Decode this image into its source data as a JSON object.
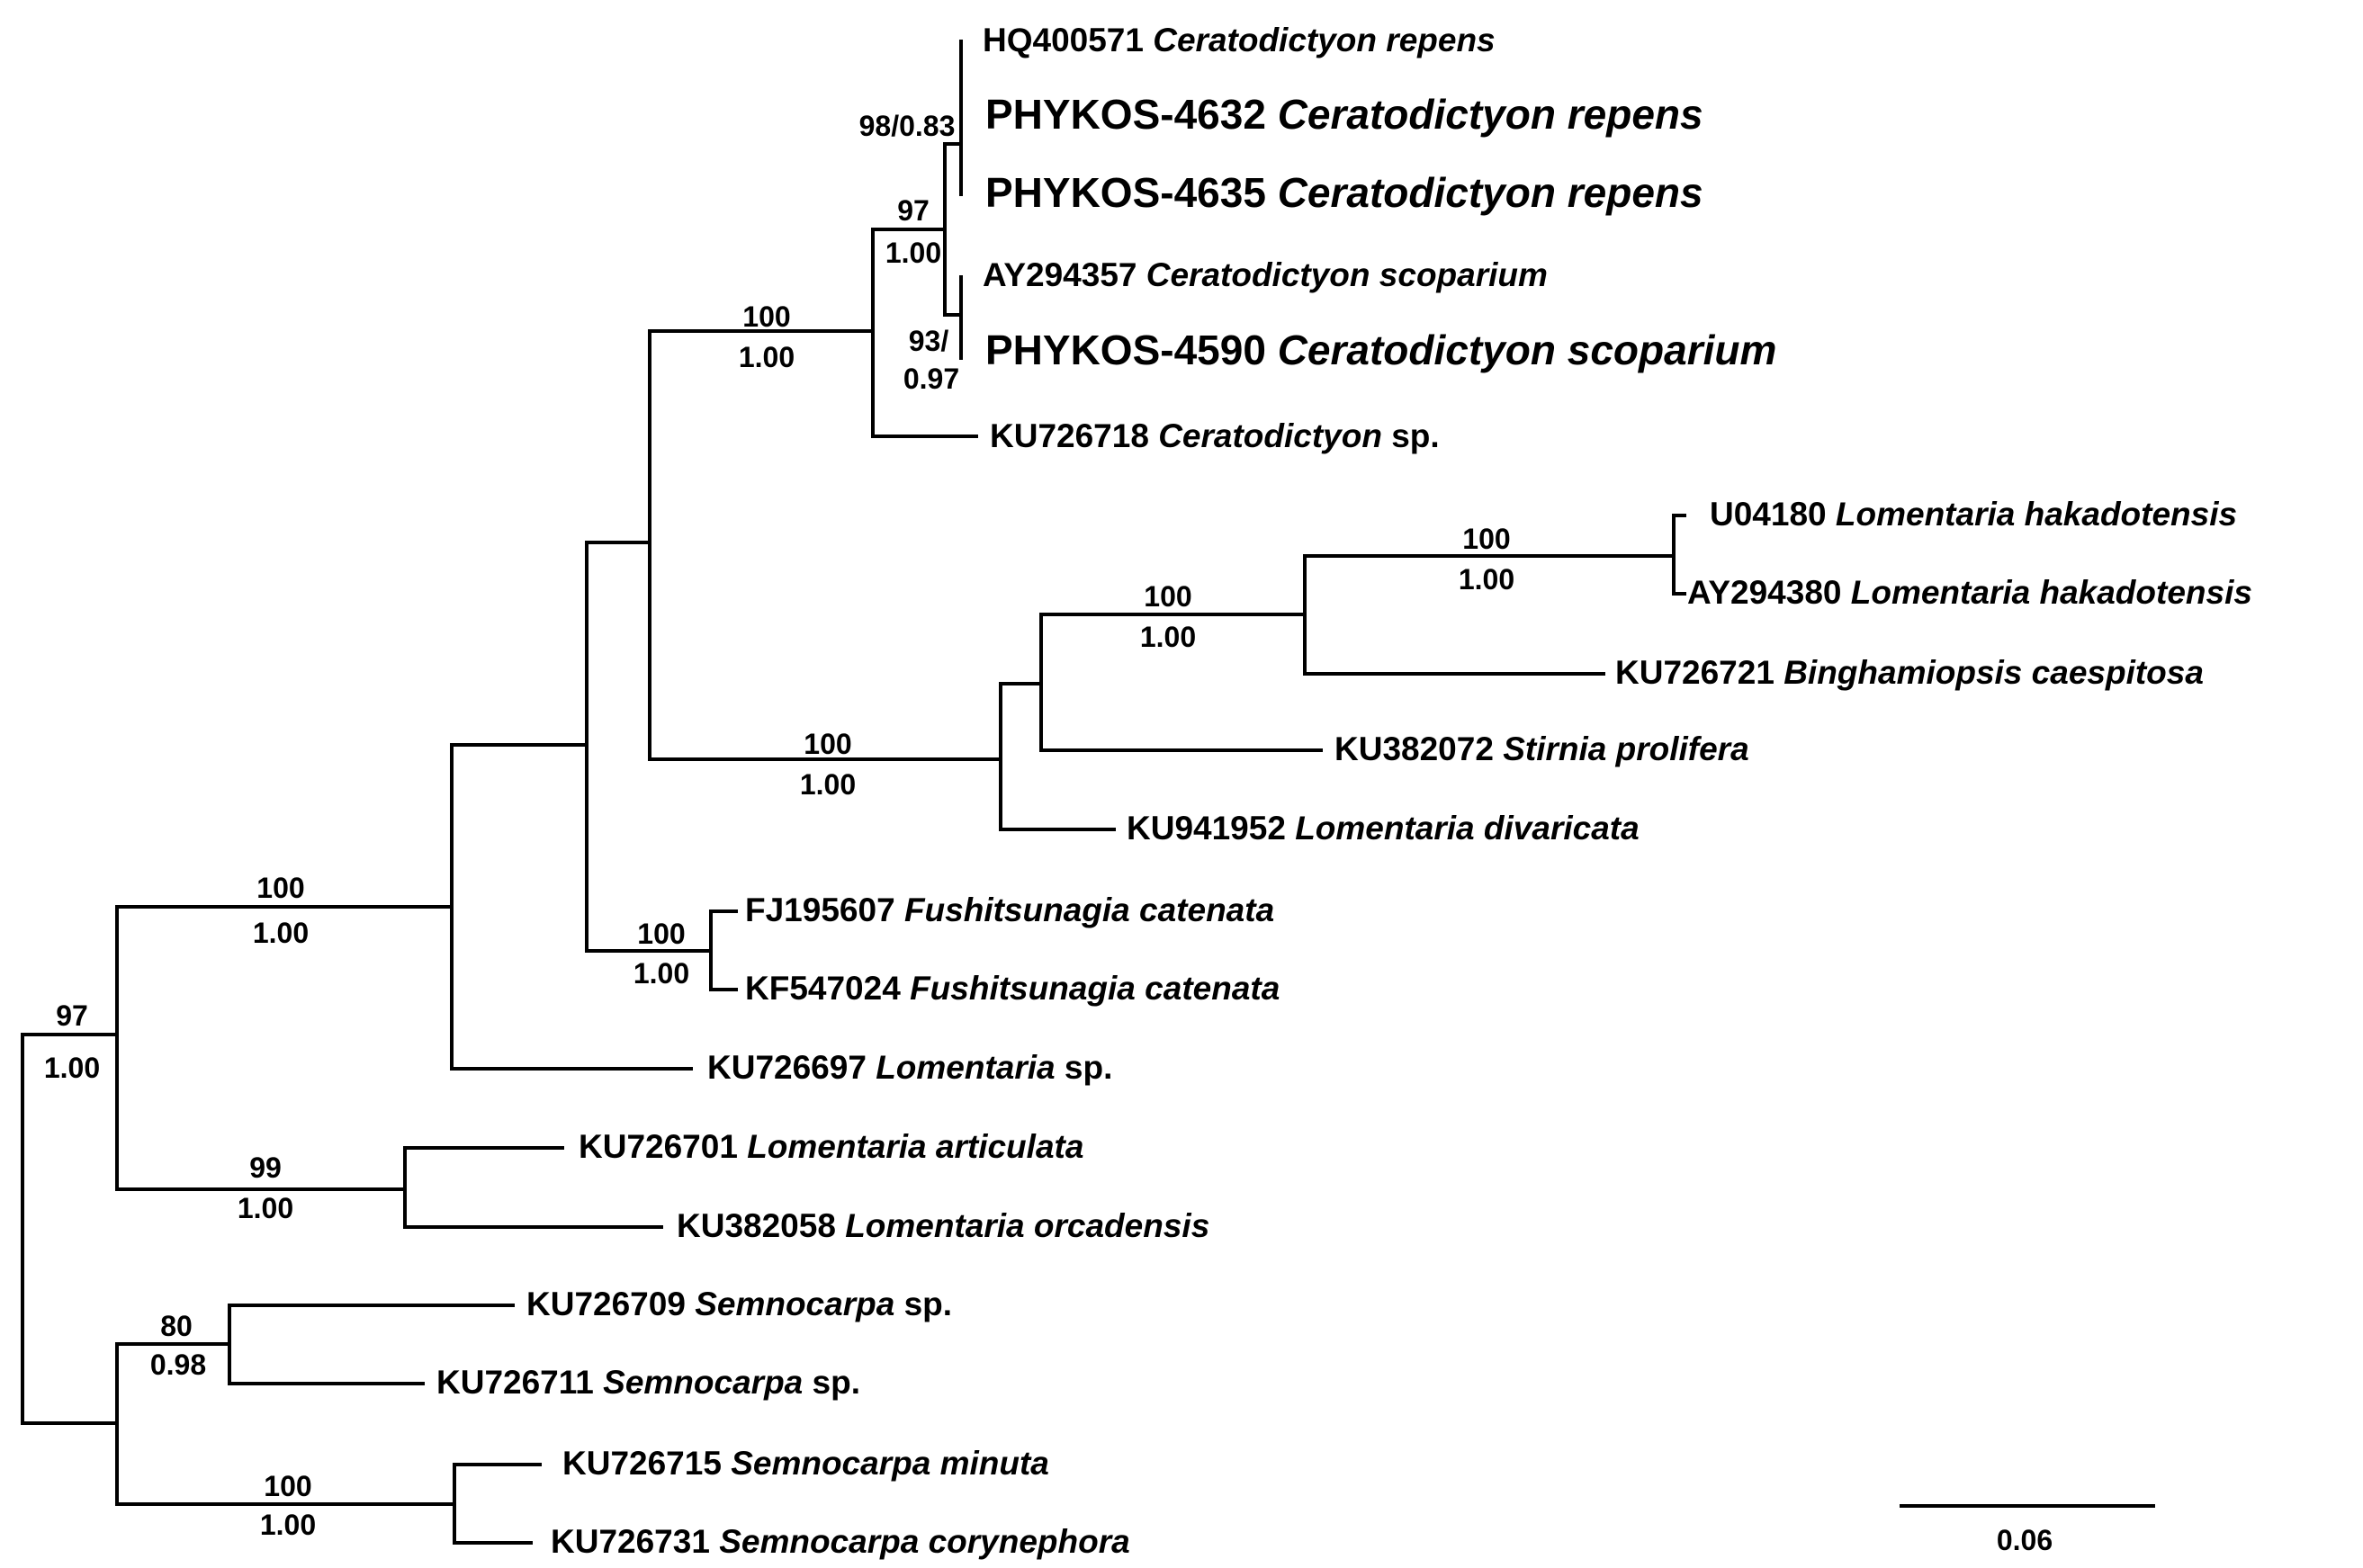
{
  "taxa": [
    {
      "acc": "HQ400571",
      "genus": "Ceratodictyon",
      "epithet": "repens",
      "italic_all": true,
      "emphasis": false
    },
    {
      "acc": "PHYKOS-4632",
      "genus": "Ceratodictyon",
      "epithet": "repens",
      "italic_all": true,
      "emphasis": true
    },
    {
      "acc": "PHYKOS-4635",
      "genus": "Ceratodictyon",
      "epithet": "repens",
      "italic_all": true,
      "emphasis": true
    },
    {
      "acc": "AY294357",
      "genus": "Ceratodictyon",
      "epithet": "scoparium",
      "italic_all": true,
      "emphasis": false
    },
    {
      "acc": "PHYKOS-4590",
      "genus": "Ceratodictyon",
      "epithet": "scoparium",
      "italic_all": true,
      "emphasis": true
    },
    {
      "acc": "KU726718",
      "genus": "Ceratodictyon",
      "epithet": "sp.",
      "italic_all": false,
      "emphasis": false
    },
    {
      "acc": "U04180",
      "genus": "Lomentaria",
      "epithet": "hakadotensis",
      "italic_all": true,
      "emphasis": false
    },
    {
      "acc": "AY294380",
      "genus": "Lomentaria",
      "epithet": "hakadotensis",
      "italic_all": true,
      "emphasis": false
    },
    {
      "acc": "KU726721",
      "genus": "Binghamiopsis",
      "epithet": "caespitosa",
      "italic_all": true,
      "emphasis": false
    },
    {
      "acc": "KU382072",
      "genus": "Stirnia",
      "epithet": "prolifera",
      "italic_all": true,
      "emphasis": false
    },
    {
      "acc": "KU941952",
      "genus": "Lomentaria",
      "epithet": "divaricata",
      "italic_all": true,
      "emphasis": false
    },
    {
      "acc": "FJ195607",
      "genus": "Fushitsunagia",
      "epithet": "catenata",
      "italic_all": true,
      "emphasis": false
    },
    {
      "acc": "KF547024",
      "genus": "Fushitsunagia",
      "epithet": "catenata",
      "italic_all": true,
      "emphasis": false
    },
    {
      "acc": "KU726697",
      "genus": "Lomentaria",
      "epithet": "sp.",
      "italic_all": false,
      "emphasis": false
    },
    {
      "acc": "KU726701",
      "genus": "Lomentaria",
      "epithet": "articulata",
      "italic_all": true,
      "emphasis": false
    },
    {
      "acc": "KU382058",
      "genus": "Lomentaria",
      "epithet": "orcadensis",
      "italic_all": true,
      "emphasis": false
    },
    {
      "acc": "KU726709",
      "genus": "Semnocarpa",
      "epithet": "sp.",
      "italic_all": false,
      "emphasis": false
    },
    {
      "acc": "KU726711",
      "genus": "Semnocarpa",
      "epithet": "sp.",
      "italic_all": false,
      "emphasis": false
    },
    {
      "acc": "KU726715",
      "genus": "Semnocarpa",
      "epithet": "minuta",
      "italic_all": true,
      "emphasis": false
    },
    {
      "acc": "KU726731",
      "genus": "Semnocarpa",
      "epithet": "corynephora",
      "italic_all": true,
      "emphasis": false
    }
  ],
  "supports": [
    {
      "id": "root-split-a",
      "top": "97",
      "bottom": "1.00"
    },
    {
      "id": "lomentaceae-main",
      "top": "100",
      "bottom": "1.00"
    },
    {
      "id": "ceratodictyon-clade",
      "top": "100",
      "bottom": "1.00"
    },
    {
      "id": "ceratodictyon-inner",
      "top": "97",
      "bottom": "1.00"
    },
    {
      "id": "repens-clade",
      "top": "98/0.83",
      "bottom": ""
    },
    {
      "id": "scoparium-clade",
      "top": "93/",
      "bottom": "0.97"
    },
    {
      "id": "lomentaria-stirnia-clade",
      "top": "100",
      "bottom": "1.00"
    },
    {
      "id": "hakadotensis-binghamiopsis",
      "top": "100",
      "bottom": "1.00"
    },
    {
      "id": "hakadotensis-pair",
      "top": "100",
      "bottom": "1.00"
    },
    {
      "id": "fushitsunagia-pair",
      "top": "100",
      "bottom": "1.00"
    },
    {
      "id": "articulata-orcadensis",
      "top": "99",
      "bottom": "1.00"
    },
    {
      "id": "semnocarpa-sp-pair",
      "top": "80",
      "bottom": "0.98"
    },
    {
      "id": "semnocarpa-minuta-corynephora",
      "top": "100",
      "bottom": "1.00"
    }
  ],
  "scale_bar": {
    "label": "0.06"
  }
}
